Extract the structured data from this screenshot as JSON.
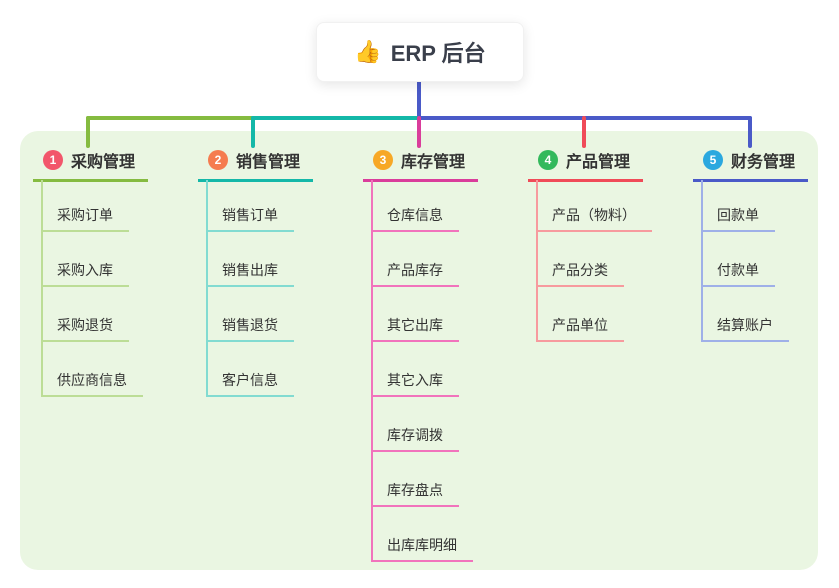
{
  "root": {
    "icon": "👍",
    "title": "ERP 后台"
  },
  "colors": {
    "panel_bg": "#EAF6E2",
    "root_line": "#4A5AC8",
    "text": "#333333"
  },
  "branches": [
    {
      "num": "1",
      "label": "采购管理",
      "color": "#85BB40",
      "light": "#BCDD96",
      "badge_color": "#F2566B",
      "children": [
        "采购订单",
        "采购入库",
        "采购退货",
        "供应商信息"
      ]
    },
    {
      "num": "2",
      "label": "销售管理",
      "color": "#14B8A8",
      "light": "#82DBD1",
      "badge_color": "#F57C4F",
      "children": [
        "销售订单",
        "销售出库",
        "销售退货",
        "客户信息"
      ]
    },
    {
      "num": "3",
      "label": "库存管理",
      "color": "#DA3D9B",
      "light": "#F173BC",
      "badge_color": "#F7A826",
      "children": [
        "仓库信息",
        "产品库存",
        "其它出库",
        "其它入库",
        "库存调拨",
        "库存盘点",
        "出库库明细"
      ]
    },
    {
      "num": "4",
      "label": "产品管理",
      "color": "#F04B58",
      "light": "#F79A9E",
      "badge_color": "#33B95C",
      "children": [
        "产品（物料）",
        "产品分类",
        "产品单位"
      ]
    },
    {
      "num": "5",
      "label": "财务管理",
      "color": "#4A5AC8",
      "light": "#9FB0E8",
      "badge_color": "#2BA8DF",
      "children": [
        "回款单",
        "付款单",
        "结算账户"
      ]
    }
  ]
}
